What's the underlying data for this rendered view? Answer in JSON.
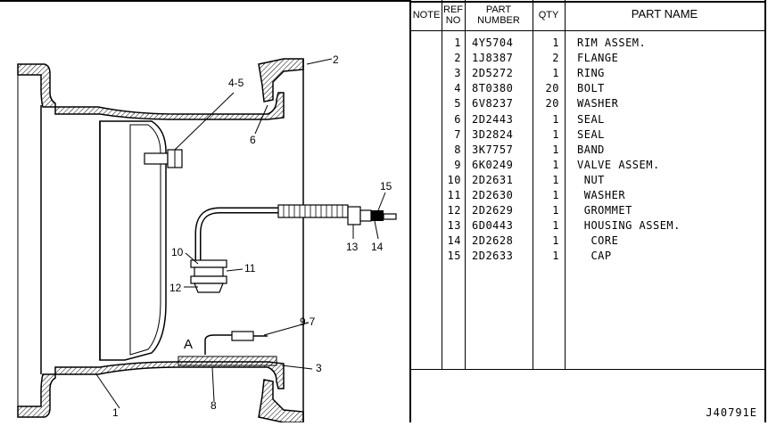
{
  "table": {
    "headers": {
      "note": "NOTE",
      "ref_line1": "REF",
      "ref_line2": "NO",
      "part_line1": "PART",
      "part_line2": "NUMBER",
      "qty": "QTY",
      "name": "PART NAME"
    },
    "rows": [
      {
        "ref": "1",
        "part": "4Y5704",
        "qty": "1",
        "name": "RIM ASSEM."
      },
      {
        "ref": "2",
        "part": "1J8387",
        "qty": "2",
        "name": "FLANGE"
      },
      {
        "ref": "3",
        "part": "2D5272",
        "qty": "1",
        "name": "RING"
      },
      {
        "ref": "4",
        "part": "8T0380",
        "qty": "20",
        "name": "BOLT"
      },
      {
        "ref": "5",
        "part": "6V8237",
        "qty": "20",
        "name": "WASHER"
      },
      {
        "ref": "6",
        "part": "2D2443",
        "qty": "1",
        "name": "SEAL"
      },
      {
        "ref": "7",
        "part": "3D2824",
        "qty": "1",
        "name": "SEAL"
      },
      {
        "ref": "8",
        "part": "3K7757",
        "qty": "1",
        "name": "BAND"
      },
      {
        "ref": "9",
        "part": "6K0249",
        "qty": "1",
        "name": "VALVE ASSEM."
      },
      {
        "ref": "10",
        "part": "2D2631",
        "qty": "1",
        "name": " NUT"
      },
      {
        "ref": "11",
        "part": "2D2630",
        "qty": "1",
        "name": " WASHER"
      },
      {
        "ref": "12",
        "part": "2D2629",
        "qty": "1",
        "name": " GROMMET"
      },
      {
        "ref": "13",
        "part": "6D0443",
        "qty": "1",
        "name": " HOUSING ASSEM."
      },
      {
        "ref": "14",
        "part": "2D2628",
        "qty": "1",
        "name": "  CORE"
      },
      {
        "ref": "15",
        "part": "2D2633",
        "qty": "1",
        "name": "  CAP"
      }
    ]
  },
  "callouts": {
    "c1": "1",
    "c2": "2",
    "c3": "3",
    "c45": "4-5",
    "c6": "6",
    "c8": "8",
    "c97": "9-7",
    "c10": "10",
    "c11": "11",
    "c12": "12",
    "c13": "13",
    "c14": "14",
    "c15": "15",
    "cA": "A"
  },
  "drawing_id": "J40791E"
}
